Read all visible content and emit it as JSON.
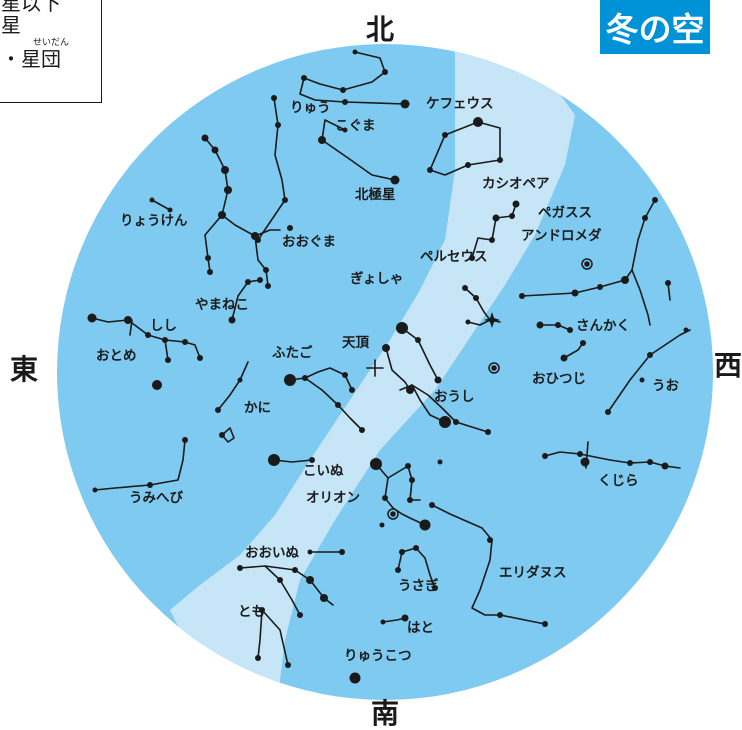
{
  "title": "冬の空",
  "directions": {
    "north": "北",
    "south": "南",
    "east": "東",
    "west": "西"
  },
  "legend": {
    "line1": "星以下",
    "line2": "星",
    "line3": "・星団",
    "ruby": "せいだん"
  },
  "labels": {
    "ryuu": "りゅう",
    "kogumaza": "こぐま",
    "kefeusu": "ケフェウス",
    "hokkyokusei": "北極星",
    "kashiopea": "カシオペア",
    "pegasusu": "ペガスス",
    "andoromeda": "アンドロメダ",
    "ryouken": "りょうけん",
    "oguma": "おおぐま",
    "peruseusu": "ペルセウス",
    "gyosha": "ぎょしゃ",
    "yamaneko": "やまねこ",
    "shishi": "しし",
    "otome": "おとめ",
    "futago": "ふたご",
    "tencho": "天頂",
    "sankaku": "さんかく",
    "ohitsuji": "おひつじ",
    "uo": "うお",
    "kani": "かに",
    "oushi": "おうし",
    "kujira": "くじら",
    "koinu": "こいぬ",
    "umihebi": "うみへび",
    "orion": "オリオン",
    "oinu": "おおいぬ",
    "eridanusu": "エリダヌス",
    "usagi": "うさぎ",
    "tomo": "とも",
    "hato": "はと",
    "ryuukotsu": "りゅうこつ"
  },
  "colors": {
    "sky": "#7fcaf0",
    "milky_way": "#c6e6f8",
    "ink": "#1a1a1a",
    "title_bg": "#0092d6"
  }
}
